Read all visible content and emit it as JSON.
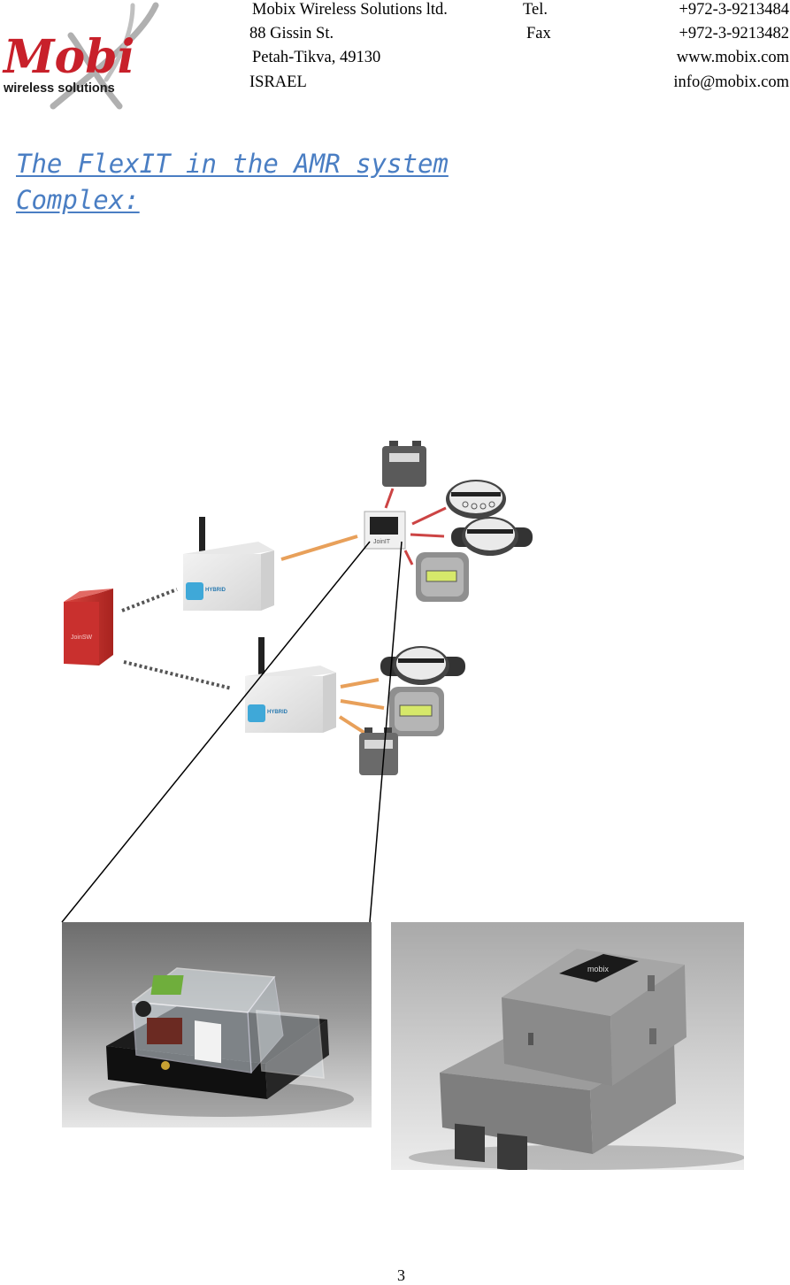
{
  "header": {
    "logo": {
      "brand_text": "Mobi",
      "tagline": "wireless solutions"
    },
    "company_line": "Mobix Wireless Solutions ltd.",
    "address_line": "88 Gissin St.",
    "city_line": "Petah-Tikva, 49130",
    "country_line": "ISRAEL",
    "tel_label": "Tel.",
    "tel_value": "+972-3-9213484",
    "fax_label": "Fax",
    "fax_value": "+972-3-9213482",
    "website": "www.mobix.com",
    "email": "info@mobix.com"
  },
  "content": {
    "title_line1": "The FlexIT in the AMR system",
    "title_line2": "Complex:"
  },
  "diagram": {
    "server_label": "JoinSW",
    "hub_label": "HYBRID",
    "gateway_label": "JoinIT"
  },
  "photos": {
    "left_photo_subject": "transparent meter enclosure",
    "right_photo_subject": "grey mobix enclosure",
    "right_photo_logo": "mobix"
  },
  "footer": {
    "page_number": "3"
  },
  "colors": {
    "title_blue": "#4a7ec3",
    "logo_red": "#c8202a",
    "server_red": "#c9302e"
  }
}
